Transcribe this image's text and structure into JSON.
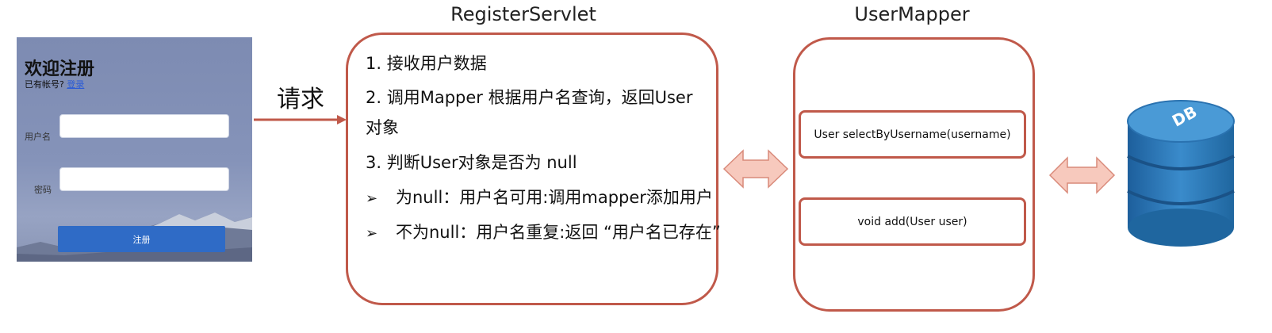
{
  "register_form": {
    "title": "欢迎注册",
    "login_prompt": "已有帐号?",
    "login_link": "登录",
    "username_label": "用户名",
    "password_label": "密码",
    "submit_label": "注册"
  },
  "request_label": "请求",
  "servlet": {
    "header": "RegisterServlet",
    "steps": [
      "1. 接收用户数据",
      "2. 调用Mapper 根据用户名查询，返回User",
      "对象",
      "3. 判断User对象是否为 null"
    ],
    "bullets": [
      "为null：用户名可用:调用mapper添加用户",
      "不为null：用户名重复:返回 “用户名已存在”"
    ]
  },
  "mapper": {
    "header": "UserMapper",
    "methods": [
      "User selectByUsername(username)",
      "void add(User user)"
    ]
  },
  "database": {
    "label": "DB"
  },
  "colors": {
    "box_border": "#c0594a",
    "arrow_fill": "#f7c9bd",
    "db_blue": "#2e79b9",
    "button_blue": "#2f6bc6"
  }
}
